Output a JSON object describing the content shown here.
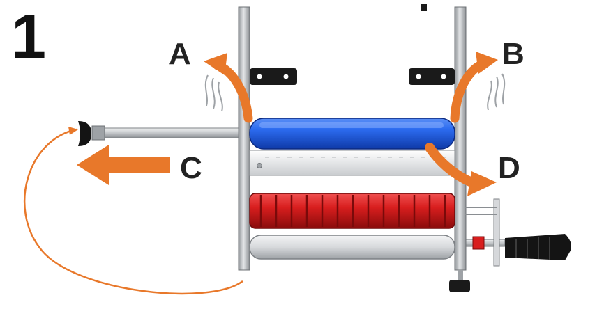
{
  "step_number": "1",
  "labels": {
    "a": "A",
    "b": "B",
    "c": "C",
    "d": "D"
  },
  "colors": {
    "arrow": "#e8782a",
    "blue_roller": "#1e5ee0",
    "red_roller": "#d41e1e",
    "frame": "#b9bcc0",
    "dark": "#1a1a1a"
  }
}
